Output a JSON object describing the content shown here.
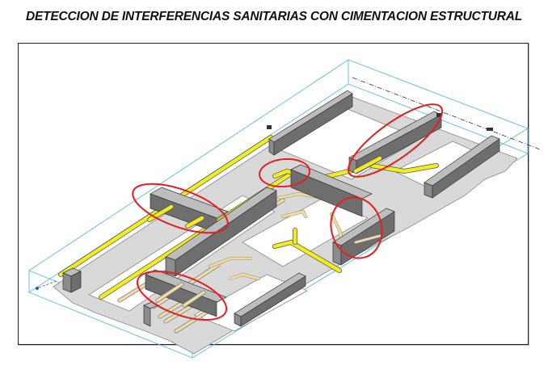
{
  "title": "DETECCION DE INTERFERENCIAS SANITARIAS CON CIMENTACION ESTRUCTURAL",
  "drawing": {
    "view": "isometric-3d",
    "colors": {
      "section_box": "#5bbbe0",
      "slab": "#d4d4d4",
      "slab_edge": "#8a8a8a",
      "beam_top": "#bdbdbd",
      "beam_front": "#6e6e6e",
      "beam_side": "#8c8c8c",
      "pipe_yellow": "#f2ee1c",
      "pipe_beige": "#efdcae",
      "clash_marker": "#e41e1e",
      "frame": "#222222"
    },
    "clash_markers": [
      {
        "id": "clash-1",
        "label": "beam-left-yellow-pipe"
      },
      {
        "id": "clash-2",
        "label": "top-center-elbow"
      },
      {
        "id": "clash-3",
        "label": "beam-top-right-yellow-pipe"
      },
      {
        "id": "clash-4",
        "label": "beam-center-right-beige-pipes"
      },
      {
        "id": "clash-5",
        "label": "beam-bottom-left-beige-pipes"
      }
    ]
  }
}
